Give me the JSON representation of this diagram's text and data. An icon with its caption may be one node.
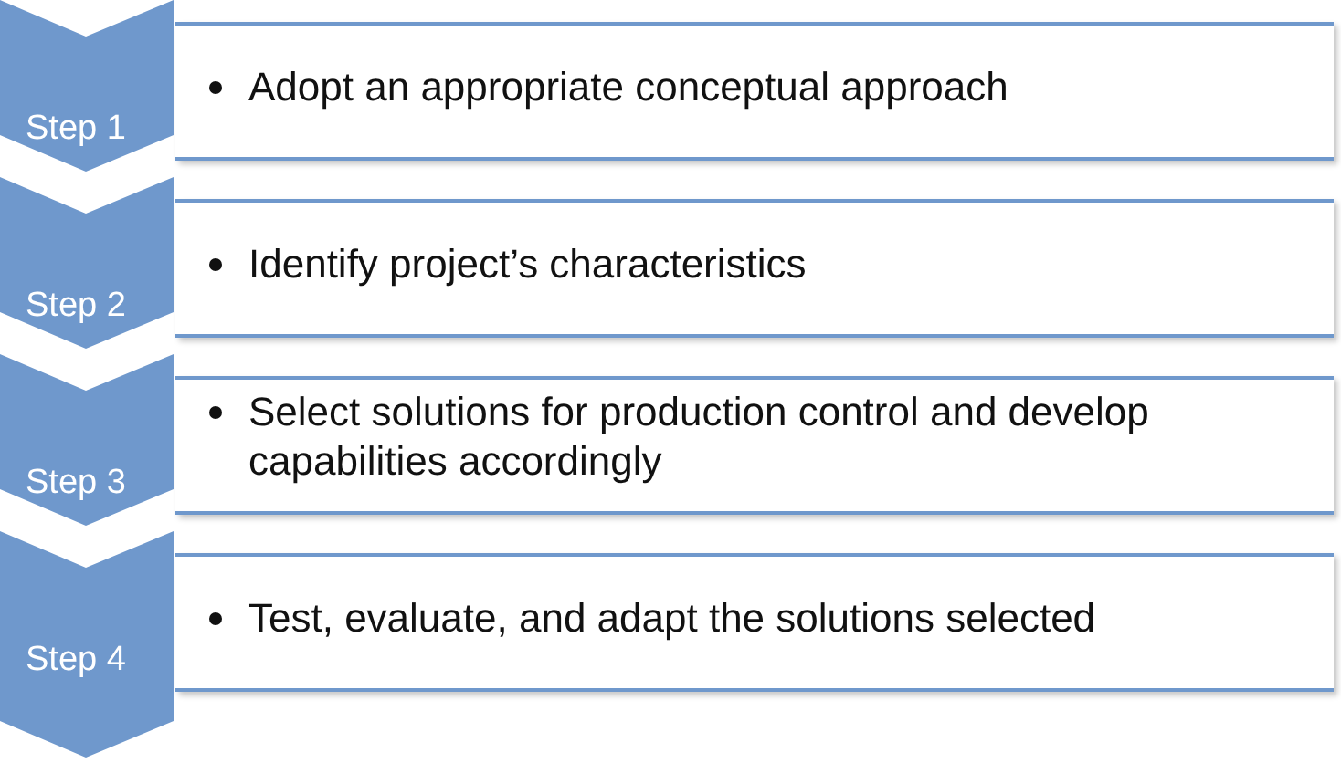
{
  "diagram": {
    "nodes": [
      {
        "text": [
          "Step 1"
        ]
      },
      {
        "text": [
          "Adopt an appropriate conceptual approach"
        ]
      },
      {
        "text": [
          "Step 2"
        ]
      },
      {
        "text": [
          "Identify project’s characteristics"
        ]
      },
      {
        "text": [
          "Step 3"
        ]
      },
      {
        "text": [
          "Select solutions for production control and develop capabilities accordingly"
        ]
      },
      {
        "text": [
          "Step 4"
        ]
      },
      {
        "text": [
          "Test, evaluate, and adapt the solutions selected"
        ]
      }
    ]
  }
}
